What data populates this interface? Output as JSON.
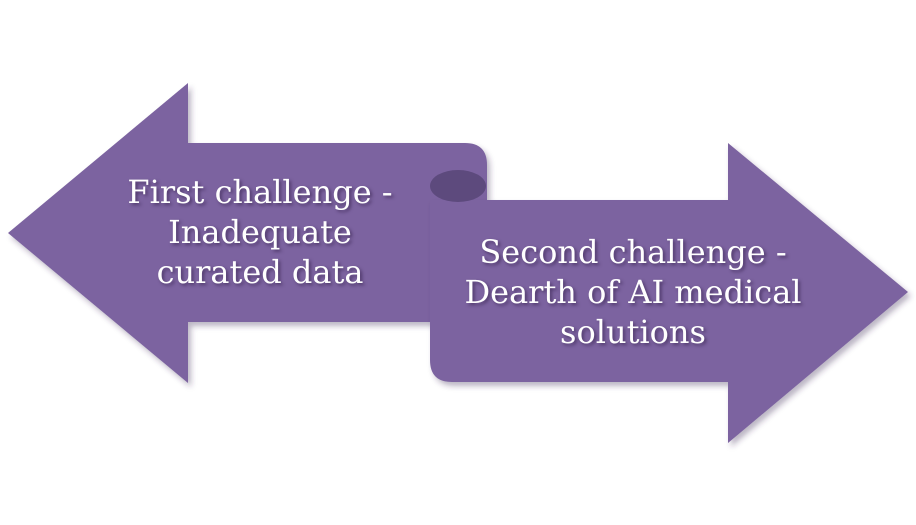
{
  "colors": {
    "arrow_fill": "#7c64a0",
    "fold_fill": "#5d4a7d",
    "text": "#ffffff",
    "background": "#ffffff"
  },
  "left_arrow": {
    "lines": [
      "First challenge -",
      "Inadequate",
      "curated data"
    ]
  },
  "right_arrow": {
    "lines": [
      "Second challenge -",
      "Dearth of AI medical",
      "solutions"
    ]
  }
}
